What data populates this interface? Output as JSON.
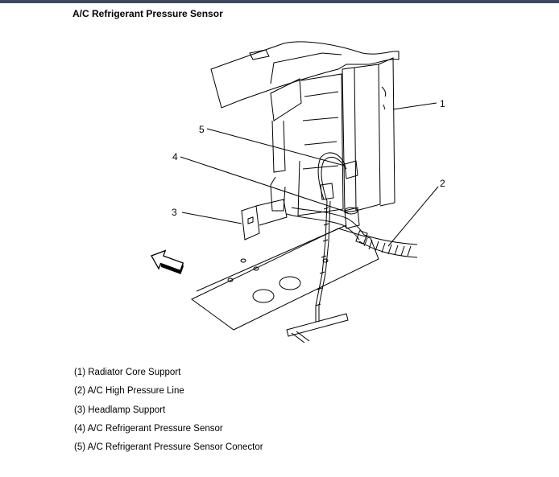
{
  "title": "A/C Refrigerant Pressure Sensor",
  "callouts": [
    "1",
    "2",
    "3",
    "4",
    "5"
  ],
  "legend": [
    "(1) Radiator Core Support",
    "(2) A/C High Pressure Line",
    "(3) Headlamp Support",
    "(4) A/C Refrigerant Pressure Sensor",
    "(5) A/C Refrigerant Pressure Sensor Conector"
  ],
  "colors": {
    "topbar": "#3b4a5c",
    "line": "#000000"
  },
  "icons": [
    "direction-arrow-icon"
  ]
}
